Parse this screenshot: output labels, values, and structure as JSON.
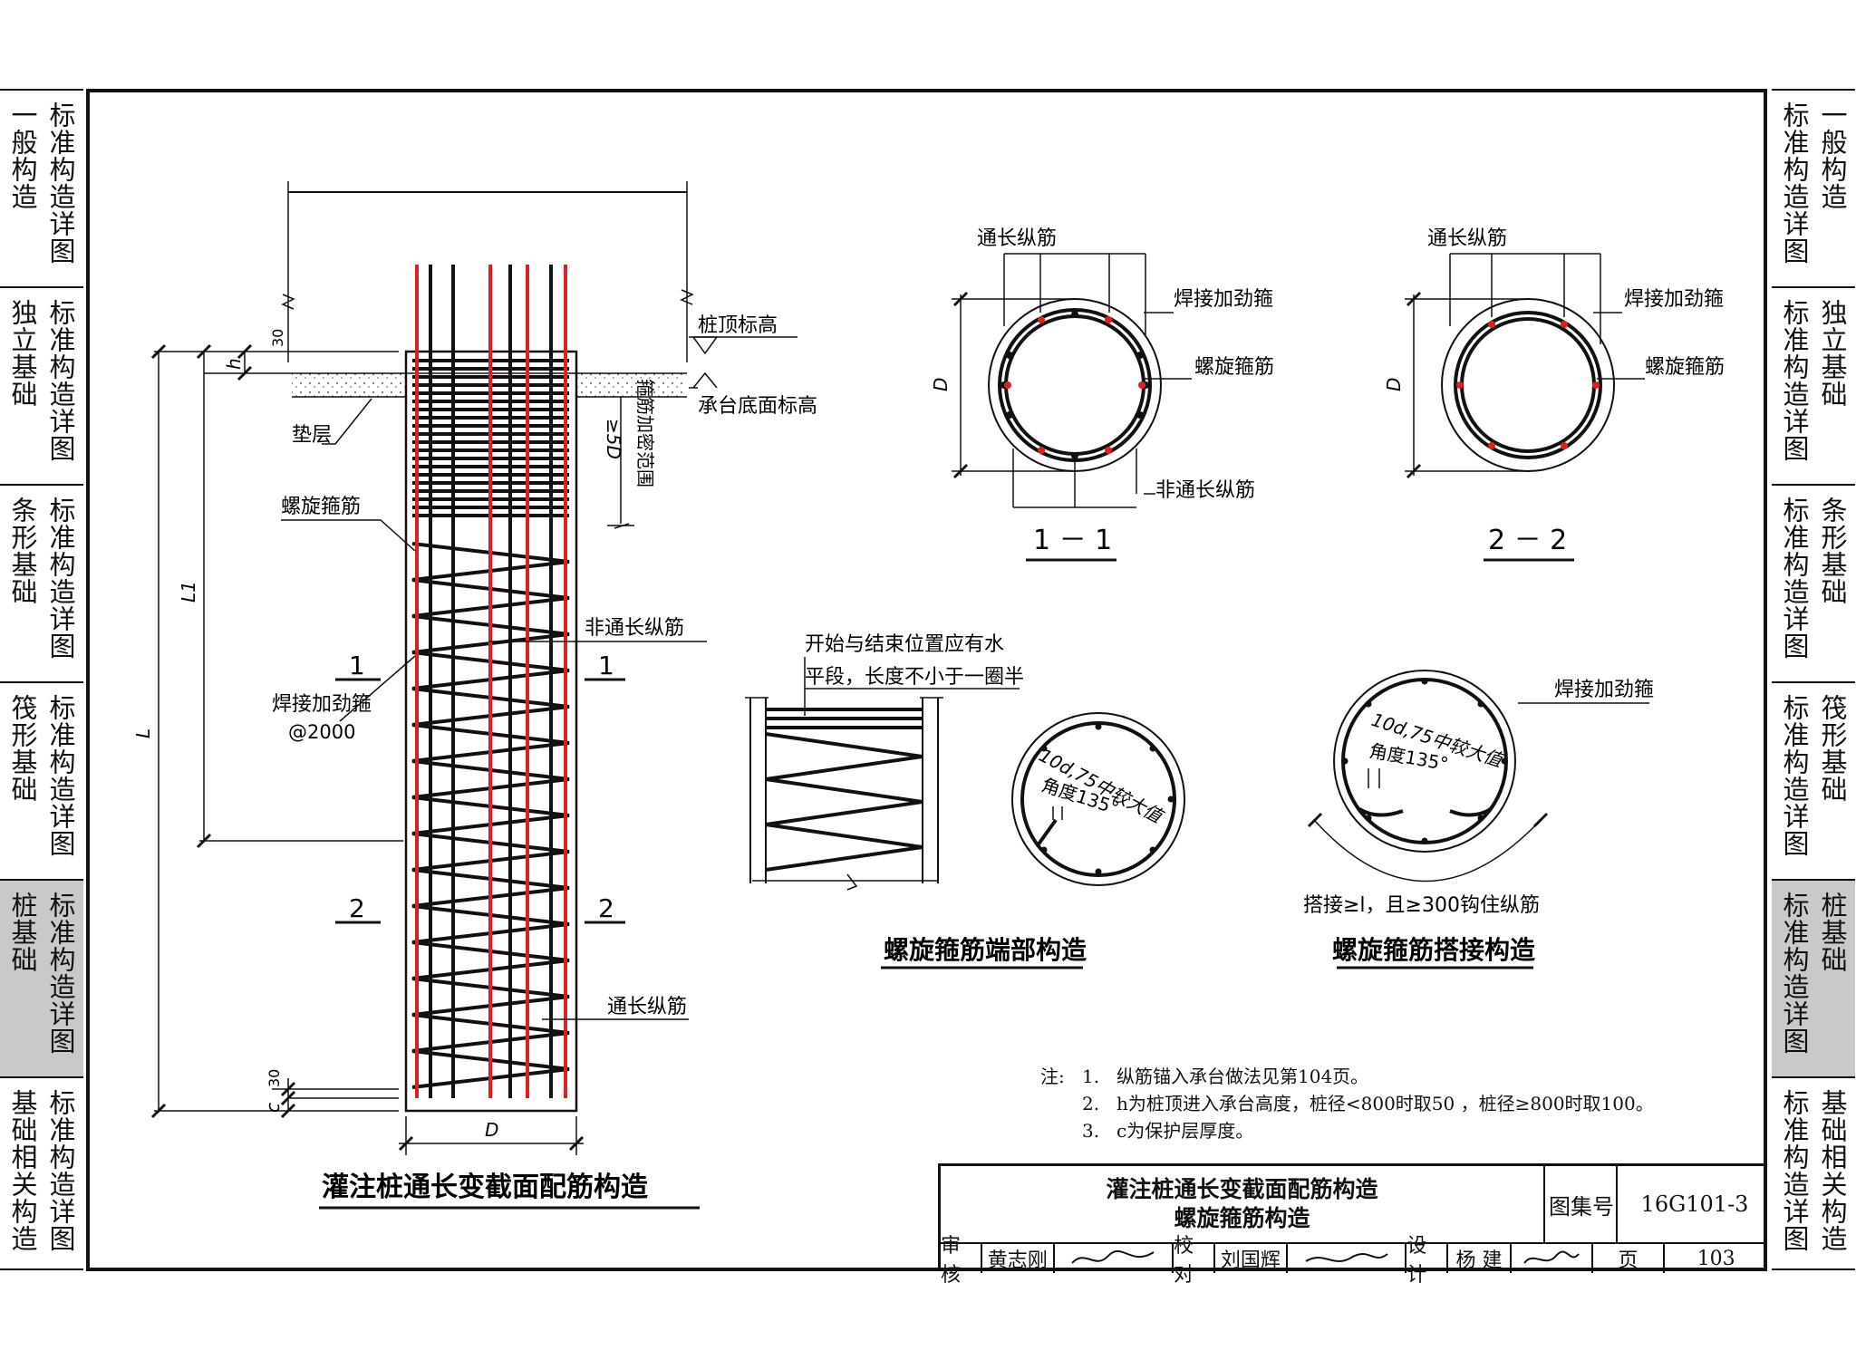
{
  "side_tabs_left": [
    {
      "col_a": "一般构造",
      "col_b": "标准构造详图",
      "active": false
    },
    {
      "col_a": "独立基础",
      "col_b": "标准构造详图",
      "active": false
    },
    {
      "col_a": "条形基础",
      "col_b": "标准构造详图",
      "active": false
    },
    {
      "col_a": "筏形基础",
      "col_b": "标准构造详图",
      "active": false
    },
    {
      "col_a": "桩基础",
      "col_b": "标准构造详图",
      "active": true
    },
    {
      "col_a": "基础相关构造",
      "col_b": "标准构造详图",
      "active": false
    }
  ],
  "side_tabs_right": [
    {
      "col_a": "标准构造详图",
      "col_b": "一般构造",
      "active": false
    },
    {
      "col_a": "标准构造详图",
      "col_b": "独立基础",
      "active": false
    },
    {
      "col_a": "标准构造详图",
      "col_b": "条形基础",
      "active": false
    },
    {
      "col_a": "标准构造详图",
      "col_b": "筏形基础",
      "active": false
    },
    {
      "col_a": "标准构造详图",
      "col_b": "桩基础",
      "active": true
    },
    {
      "col_a": "标准构造详图",
      "col_b": "基础相关构造",
      "active": false
    }
  ],
  "pile": {
    "dim_30_top": "30",
    "dim_h": "h",
    "label_pile_top": "桩顶标高",
    "label_cap_bottom": "承台底面标高",
    "label_cushion": "垫层",
    "label_5d": "≥5D",
    "label_stirrup_zone": "箍筋加密范围",
    "label_spiral": "螺旋箍筋",
    "label_L1": "L1",
    "label_L": "L",
    "label_non_full": "非通长纵筋",
    "label_weld": "焊接加劲箍",
    "label_weld_spacing": "@2000",
    "label_full": "通长纵筋",
    "label_c": "c",
    "dim_30_bottom": "30",
    "label_D": "D",
    "sec1_left": "1",
    "sec1_right": "1",
    "sec2_left": "2",
    "sec2_right": "2",
    "caption": "灌注桩通长变截面配筋构造"
  },
  "section_1": {
    "label_full": "通长纵筋",
    "label_weld": "焊接加劲箍",
    "label_spiral": "螺旋箍筋",
    "label_non_full": "非通长纵筋",
    "label_D": "D",
    "caption": "1 － 1"
  },
  "section_2": {
    "label_full": "通长纵筋",
    "label_weld": "焊接加劲箍",
    "label_spiral": "螺旋箍筋",
    "label_D": "D",
    "caption": "2 － 2"
  },
  "end_detail": {
    "note_line1": "开始与结束位置应有水",
    "note_line2": "平段，长度不小于一圈半",
    "hook_line1": "10d,75中较大值",
    "hook_line2": "角度135°",
    "caption": "螺旋箍筋端部构造"
  },
  "lap_detail": {
    "label_weld": "焊接加劲箍",
    "hook_line1": "10d,75中较大值",
    "hook_line2": "角度135°",
    "lap_note": "搭接≥l",
    "lap_sub": "l",
    "lap_note_rest": "，且≥300钩住纵筋",
    "caption": "螺旋箍筋搭接构造"
  },
  "notes": {
    "label": "注:",
    "items": [
      {
        "num": "1.",
        "text": "纵筋锚入承台做法见第104页。"
      },
      {
        "num": "2.",
        "text": "h为桩顶进入承台高度，桩径<800时取50 ，桩径≥800时取100。"
      },
      {
        "num": "3.",
        "text": "c为保护层厚度。"
      }
    ]
  },
  "title_block": {
    "title_line1": "灌注桩通长变截面配筋构造",
    "title_line2": "螺旋箍筋构造",
    "atlas_label": "图集号",
    "atlas_no": "16G101-3",
    "review_label": "审核",
    "review_name": "黄志刚",
    "check_label": "校对",
    "check_name": "刘国辉",
    "design_label": "设计",
    "design_name": "杨 建",
    "page_label": "页",
    "page_no": "103"
  },
  "colors": {
    "line": "#111111",
    "red_bar": "#e02020",
    "active_tab": "#c9c9c9"
  }
}
